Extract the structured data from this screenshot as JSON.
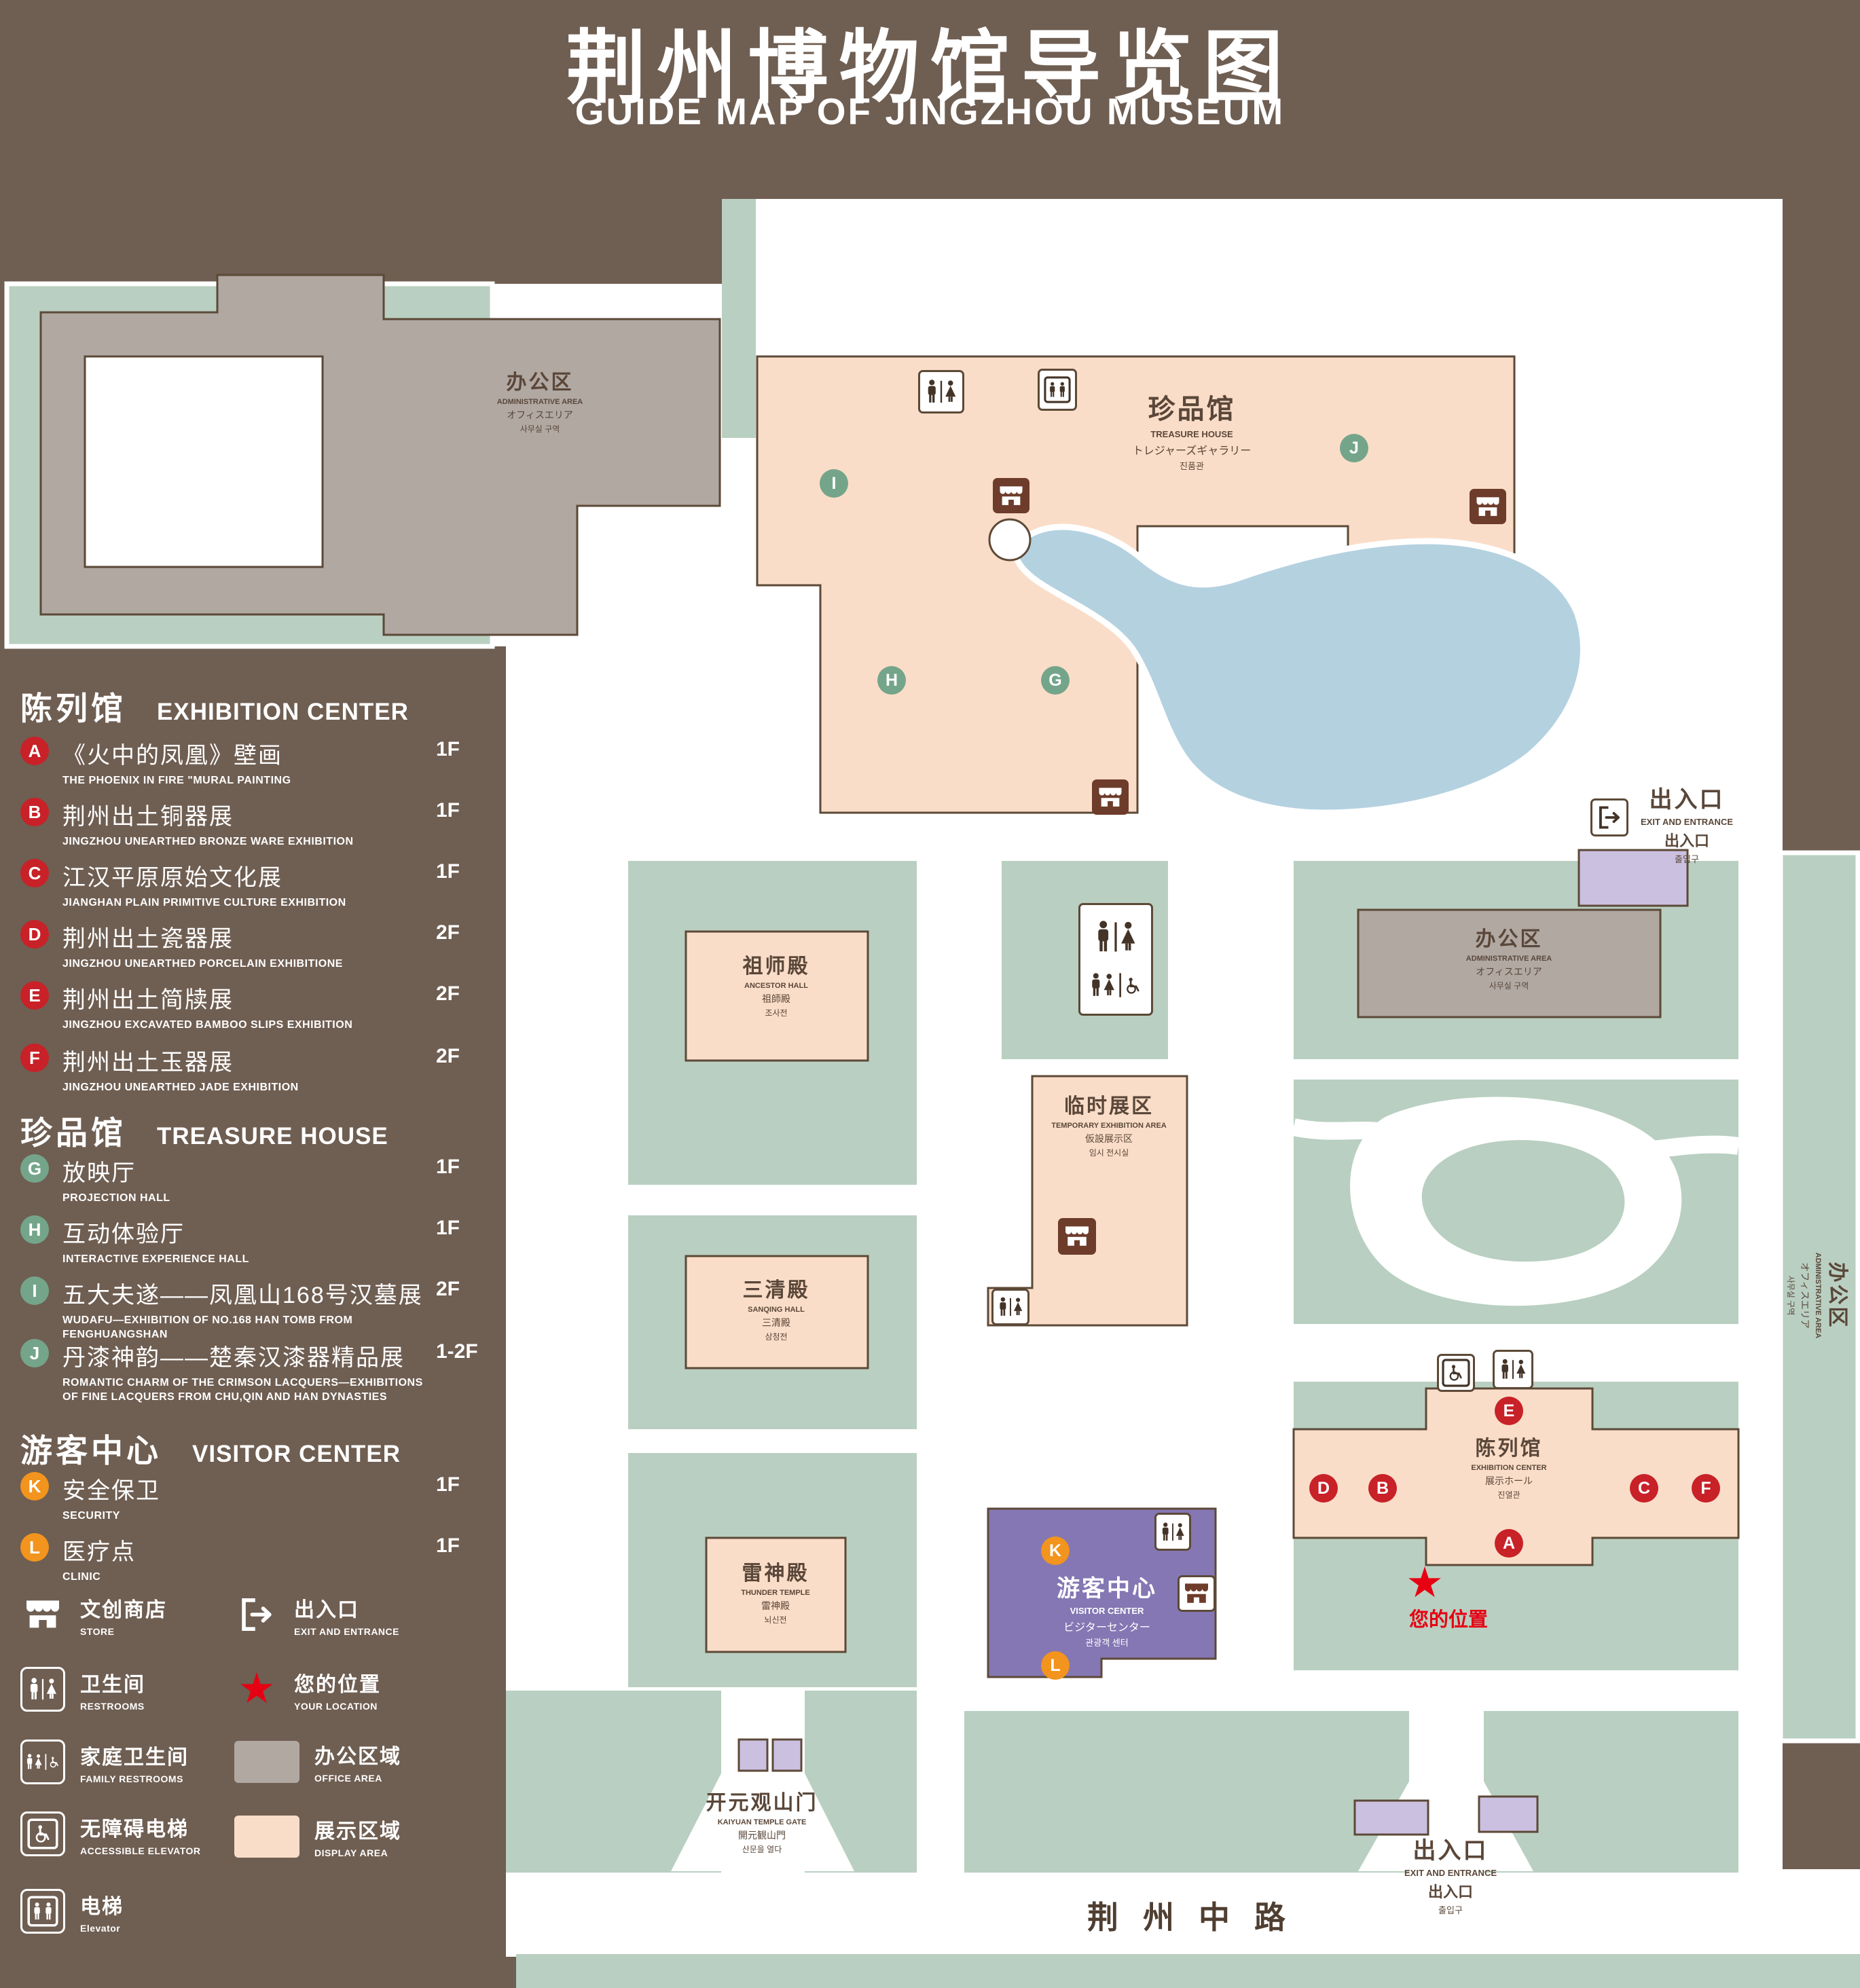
{
  "header": {
    "title": "荆州博物馆导览图",
    "subtitle": "GUIDE MAP OF JINGZHOU MUSEUM"
  },
  "sidebar": {
    "exhibition": {
      "zh": "陈列馆",
      "en": "EXHIBITION CENTER",
      "items": [
        {
          "letter": "A",
          "zh": "《火中的凤凰》壁画",
          "en": "THE PHOENIX IN FIRE \"MURAL PAINTING",
          "floor": "1F"
        },
        {
          "letter": "B",
          "zh": "荆州出土铜器展",
          "en": "JINGZHOU UNEARTHED BRONZE WARE EXHIBITION",
          "floor": "1F"
        },
        {
          "letter": "C",
          "zh": "江汉平原原始文化展",
          "en": "JIANGHAN PLAIN PRIMITIVE CULTURE EXHIBITION",
          "floor": "1F"
        },
        {
          "letter": "D",
          "zh": "荆州出土瓷器展",
          "en": "JINGZHOU UNEARTHED PORCELAIN EXHIBITIONE",
          "floor": "2F"
        },
        {
          "letter": "E",
          "zh": "荆州出土简牍展",
          "en": "JINGZHOU EXCAVATED BAMBOO SLIPS EXHIBITION",
          "floor": "2F"
        },
        {
          "letter": "F",
          "zh": "荆州出土玉器展",
          "en": "JINGZHOU UNEARTHED JADE EXHIBITION",
          "floor": "2F"
        }
      ]
    },
    "treasure": {
      "zh": "珍品馆",
      "en": "TREASURE HOUSE",
      "items": [
        {
          "letter": "G",
          "zh": "放映厅",
          "en": "PROJECTION HALL",
          "floor": "1F"
        },
        {
          "letter": "H",
          "zh": "互动体验厅",
          "en": "INTERACTIVE EXPERIENCE HALL",
          "floor": "1F"
        },
        {
          "letter": "I",
          "zh": "五大夫遂——凤凰山168号汉墓展",
          "en": "WUDAFU—EXHIBITION OF NO.168 HAN TOMB FROM FENGHUANGSHAN",
          "floor": "2F"
        },
        {
          "letter": "J",
          "zh": "丹漆神韵——楚秦汉漆器精品展",
          "en": "ROMANTIC CHARM OF THE CRIMSON LACQUERS—EXHIBITIONS OF FINE LACQUERS FROM CHU,QIN AND HAN DYNASTIES",
          "floor": "1-2F"
        }
      ]
    },
    "visitor": {
      "zh": "游客中心",
      "en": "VISITOR CENTER",
      "items": [
        {
          "letter": "K",
          "zh": "安全保卫",
          "en": "SECURITY",
          "floor": "1F"
        },
        {
          "letter": "L",
          "zh": "医疗点",
          "en": "CLINIC",
          "floor": "1F"
        }
      ]
    },
    "legend": {
      "store": {
        "zh": "文创商店",
        "en": "STORE"
      },
      "exit": {
        "zh": "出入口",
        "en": "EXIT AND ENTRANCE"
      },
      "restrooms": {
        "zh": "卫生间",
        "en": "RESTROOMS"
      },
      "location": {
        "zh": "您的位置",
        "en": "YOUR LOCATION"
      },
      "family": {
        "zh": "家庭卫生间",
        "en": "FAMILY RESTROOMS"
      },
      "office": {
        "zh": "办公区域",
        "en": "OFFICE AREA"
      },
      "accessible": {
        "zh": "无障碍电梯",
        "en": "ACCESSIBLE ELEVATOR"
      },
      "display": {
        "zh": "展示区域",
        "en": "DISPLAY AREA"
      },
      "elevator": {
        "zh": "电梯",
        "en": "Elevator"
      }
    }
  },
  "map": {
    "admin": {
      "zh": "办公区",
      "en": "ADMINISTRATIVE AREA",
      "ja": "オフィスエリア",
      "ko": "사무실 구역"
    },
    "treasure_house": {
      "zh": "珍品馆",
      "en": "TREASURE HOUSE",
      "ja": "トレジャーズギャラリー",
      "ko": "진품관"
    },
    "ancestor_hall": {
      "zh": "祖师殿",
      "en": "ANCESTOR HALL",
      "ja": "祖師殿",
      "ko": "조사전"
    },
    "temporary_area": {
      "zh": "临时展区",
      "en": "TEMPORARY EXHIBITION AREA",
      "ja": "仮設展示区",
      "ko": "임시 전시실"
    },
    "sanqing_hall": {
      "zh": "三清殿",
      "en": "SANQING HALL",
      "ja": "三清殿",
      "ko": "삼청전"
    },
    "thunder_temple": {
      "zh": "雷神殿",
      "en": "THUNDER TEMPLE",
      "ja": "雷神殿",
      "ko": "뇌신전"
    },
    "visitor_center": {
      "zh": "游客中心",
      "en": "VISITOR CENTER",
      "ja": "ビジターセンター",
      "ko": "관광객 센터"
    },
    "exhibition_center": {
      "zh": "陈列馆",
      "en": "EXHIBITION CENTER",
      "ja": "展示ホール",
      "ko": "진열관"
    },
    "gate": {
      "zh": "开元观山门",
      "en": "KAIYUAN TEMPLE GATE",
      "ja": "開元観山門",
      "ko": "산문을 열다"
    },
    "exit": {
      "zh": "出入口",
      "en": "EXIT AND ENTRANCE",
      "ja": "出入口",
      "ko": "출입구"
    },
    "your_location": "您的位置",
    "road": "荆州中路",
    "markers": {
      "A": "A",
      "B": "B",
      "C": "C",
      "D": "D",
      "E": "E",
      "F": "F",
      "G": "G",
      "H": "H",
      "I": "I",
      "J": "J",
      "K": "K",
      "L": "L"
    }
  },
  "icons": {
    "store": "storefront-awning",
    "exit": "arrow-out-of-door",
    "restrooms": "man-woman-figures",
    "family_restrooms": "man-woman-wheelchair-figures",
    "accessible_elevator": "wheelchair-in-box",
    "elevator": "two-figures-in-box",
    "your_location": "red-star"
  },
  "palette": {
    "background_brown": "#6f5e52",
    "ground_green": "#b9cfc1",
    "display_area_pink": "#faddc8",
    "office_area_gray": "#b1a8a2",
    "water_blue": "#b4d1e0",
    "visitor_center_purple": "#8477b3",
    "entrance_building_purple": "#cbc0e0",
    "marker_red": "#c82128",
    "marker_green": "#74a58a",
    "marker_orange": "#f2941d",
    "location_red": "#e60012",
    "store_brown": "#6e3c2b"
  }
}
